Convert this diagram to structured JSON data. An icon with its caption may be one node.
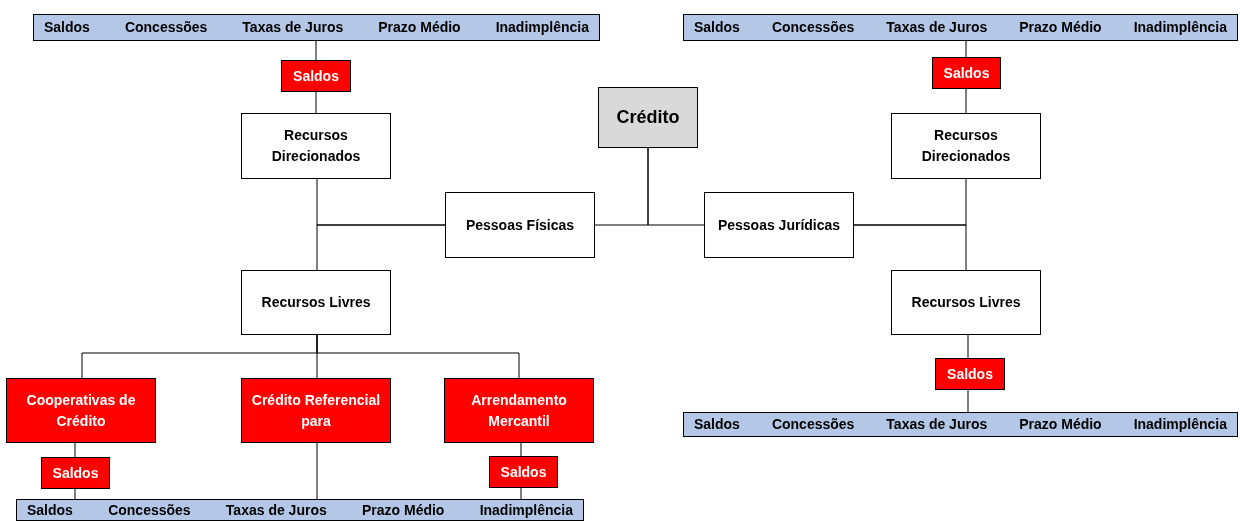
{
  "diagram": {
    "nodes": [
      {
        "text": [
          "Saldos",
          "Concessões",
          "Taxas de Juros",
          "Prazo Médio",
          "Inadimplência"
        ]
      },
      {
        "text": [
          "Saldos"
        ]
      },
      {
        "text": [
          "Recursos Direcionados"
        ]
      },
      {
        "text": [
          "Crédito"
        ]
      },
      {
        "text": [
          "Pessoas Físicas"
        ]
      },
      {
        "text": [
          "Pessoas Jurídicas"
        ]
      },
      {
        "text": [
          "Saldos",
          "Concessões",
          "Taxas de Juros",
          "Prazo Médio",
          "Inadimplência"
        ]
      },
      {
        "text": [
          "Saldos"
        ]
      },
      {
        "text": [
          "Recursos Direcionados"
        ]
      },
      {
        "text": [
          "Recursos Livres"
        ]
      },
      {
        "text": [
          "Recursos Livres"
        ]
      },
      {
        "text": [
          "Saldos"
        ]
      },
      {
        "text": [
          "Saldos",
          "Concessões",
          "Taxas de Juros",
          "Prazo Médio",
          "Inadimplência"
        ]
      },
      {
        "text": [
          "Cooperativas de Crédito"
        ]
      },
      {
        "text": [
          "Crédito Referencial para"
        ]
      },
      {
        "text": [
          "Arrendamento Mercantil"
        ]
      },
      {
        "text": [
          "Saldos"
        ]
      },
      {
        "text": [
          "Saldos"
        ]
      },
      {
        "text": [
          "Saldos",
          "Concessões",
          "Taxas de Juros",
          "Prazo Médio",
          "Inadimplência"
        ]
      }
    ],
    "edges": [
      {
        "from": 0,
        "to": 1,
        "arrow": "none"
      },
      {
        "from": 1,
        "to": 2,
        "arrow": "none"
      },
      {
        "from": 3,
        "to": 4,
        "arrow": "none"
      },
      {
        "from": 3,
        "to": 5,
        "arrow": "none"
      },
      {
        "from": 4,
        "to": 2,
        "arrow": "none"
      },
      {
        "from": 4,
        "to": 9,
        "arrow": "none"
      },
      {
        "from": 6,
        "to": 7,
        "arrow": "none"
      },
      {
        "from": 7,
        "to": 8,
        "arrow": "none"
      },
      {
        "from": 5,
        "to": 8,
        "arrow": "none"
      },
      {
        "from": 5,
        "to": 10,
        "arrow": "none"
      },
      {
        "from": 10,
        "to": 11,
        "arrow": "none"
      },
      {
        "from": 11,
        "to": 12,
        "arrow": "none"
      },
      {
        "from": 9,
        "to": 13,
        "arrow": "none"
      },
      {
        "from": 9,
        "to": 14,
        "arrow": "none"
      },
      {
        "from": 9,
        "to": 15,
        "arrow": "none"
      },
      {
        "from": 13,
        "to": 16,
        "arrow": "none"
      },
      {
        "from": 16,
        "to": 18,
        "arrow": "none"
      },
      {
        "from": 15,
        "to": 17,
        "arrow": "none"
      },
      {
        "from": 17,
        "to": 18,
        "arrow": "none"
      },
      {
        "from": 14,
        "to": 18,
        "arrow": "none"
      }
    ]
  }
}
